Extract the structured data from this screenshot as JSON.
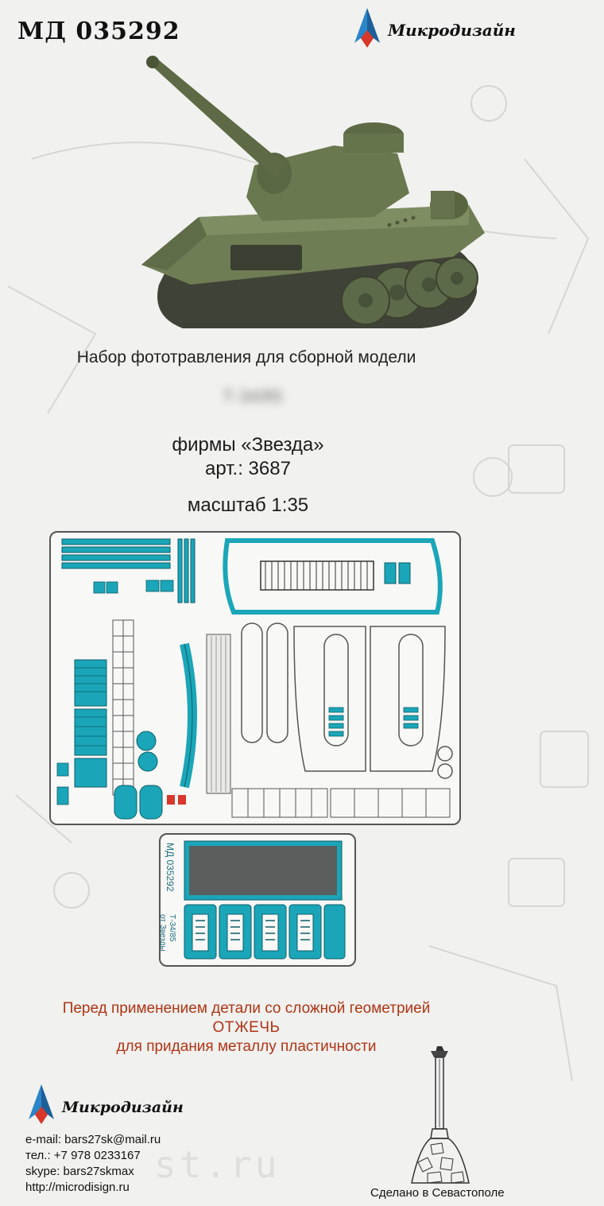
{
  "header": {
    "sku": "МД 035292",
    "brand": "Микродизайн"
  },
  "product": {
    "kit_description": "Набор фототравления для сборной модели",
    "model_name": "Т-34/85",
    "manufacturer": "фирмы «Звезда»",
    "article": "арт.: 3687",
    "scale": "масштаб 1:35"
  },
  "fret_secondary": {
    "code": "МД 035292",
    "caption_line1": "Т-34/85",
    "caption_line2": "от Звезды"
  },
  "warning": {
    "line1": "Перед применением детали со сложной геометрией",
    "line2": "ОТЖЕЧЬ",
    "line3": "для придания металлу пластичности"
  },
  "contacts": {
    "brand": "Микродизайн",
    "email": "e-mail: bars27sk@mail.ru",
    "phone": "тел.: +7 978 0233167",
    "skype": "skype: bars27skmax",
    "website": "http://microdisign.ru"
  },
  "footer": {
    "made_in": "Сделано в Севастополе",
    "watermark": "st.ru"
  },
  "colors": {
    "fret_teal": "#1aa6b8",
    "warning_red": "#b03414",
    "tank_green": "#6f7d55",
    "logo_blue": "#2a86c8",
    "logo_red": "#d8372a"
  }
}
